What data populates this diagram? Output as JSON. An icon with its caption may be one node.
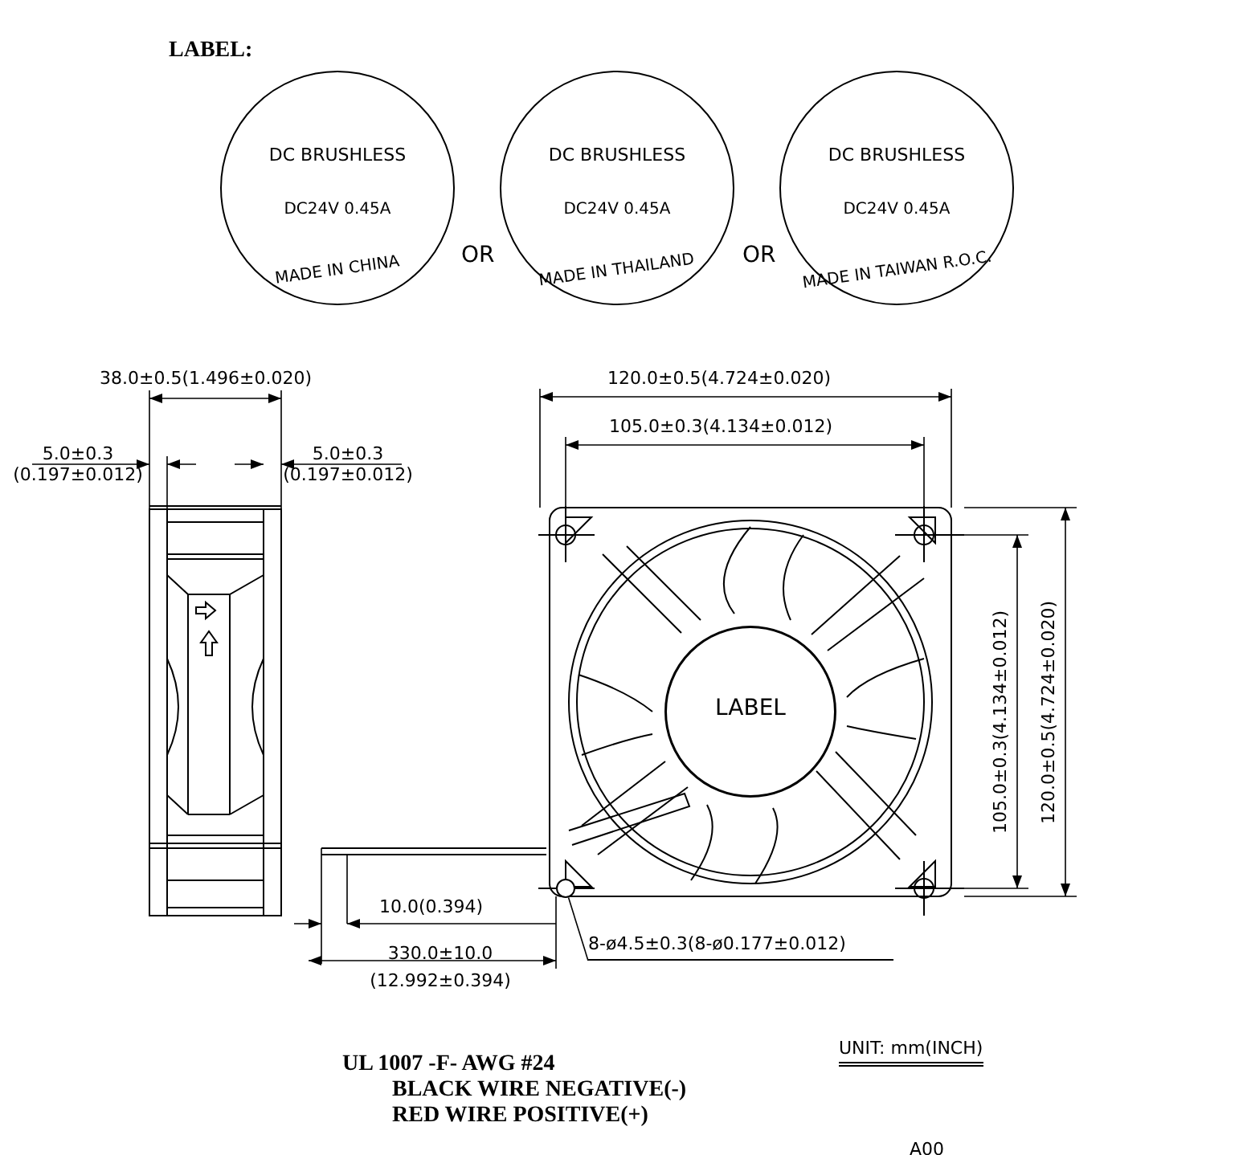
{
  "diagram": {
    "nodes": [
      {
        "text": [
          "DC BRUSHLESS",
          "DC24V 0.45A",
          "MADE IN CHINA"
        ]
      },
      {
        "text": [
          "DC BRUSHLESS",
          "DC24V 0.45A",
          "MADE IN THAILAND"
        ]
      },
      {
        "text": [
          "DC BRUSHLESS",
          "DC24V 0.45A",
          "MADE IN TAIWAN R.O.C."
        ]
      },
      {
        "text": [
          "LABEL"
        ]
      },
      {
        "text": [
          "8-ø4.5±0.3(8-ø0.177±0.012)"
        ]
      },
      {
        "text": [],
        "shape": "circle"
      }
    ],
    "edges": [
      {
        "from": 4,
        "to": 5,
        "arrow": "none"
      }
    ],
    "labels": [
      "LABEL:",
      "OR",
      "OR",
      "38.0±0.5(1.496±0.020)",
      "120.0±0.5(4.724±0.020)",
      "5.0±0.3 (0.197±0.012)",
      "5.0±0.3 (0.197±0.012)",
      "105.0±0.3(4.134±0.012)",
      "105.0±0.3(4.134±0.012)",
      "120.0±0.5(4.724±0.020)",
      "10.0(0.394)",
      "330.0±10.0 (12.992±0.394)",
      "UL 1007 -F- AWG #24",
      "BLACK WIRE NEGATIVE(-)",
      "RED WIRE POSITIVE(+)",
      "UNIT: mm(INCH)",
      "A00"
    ]
  }
}
